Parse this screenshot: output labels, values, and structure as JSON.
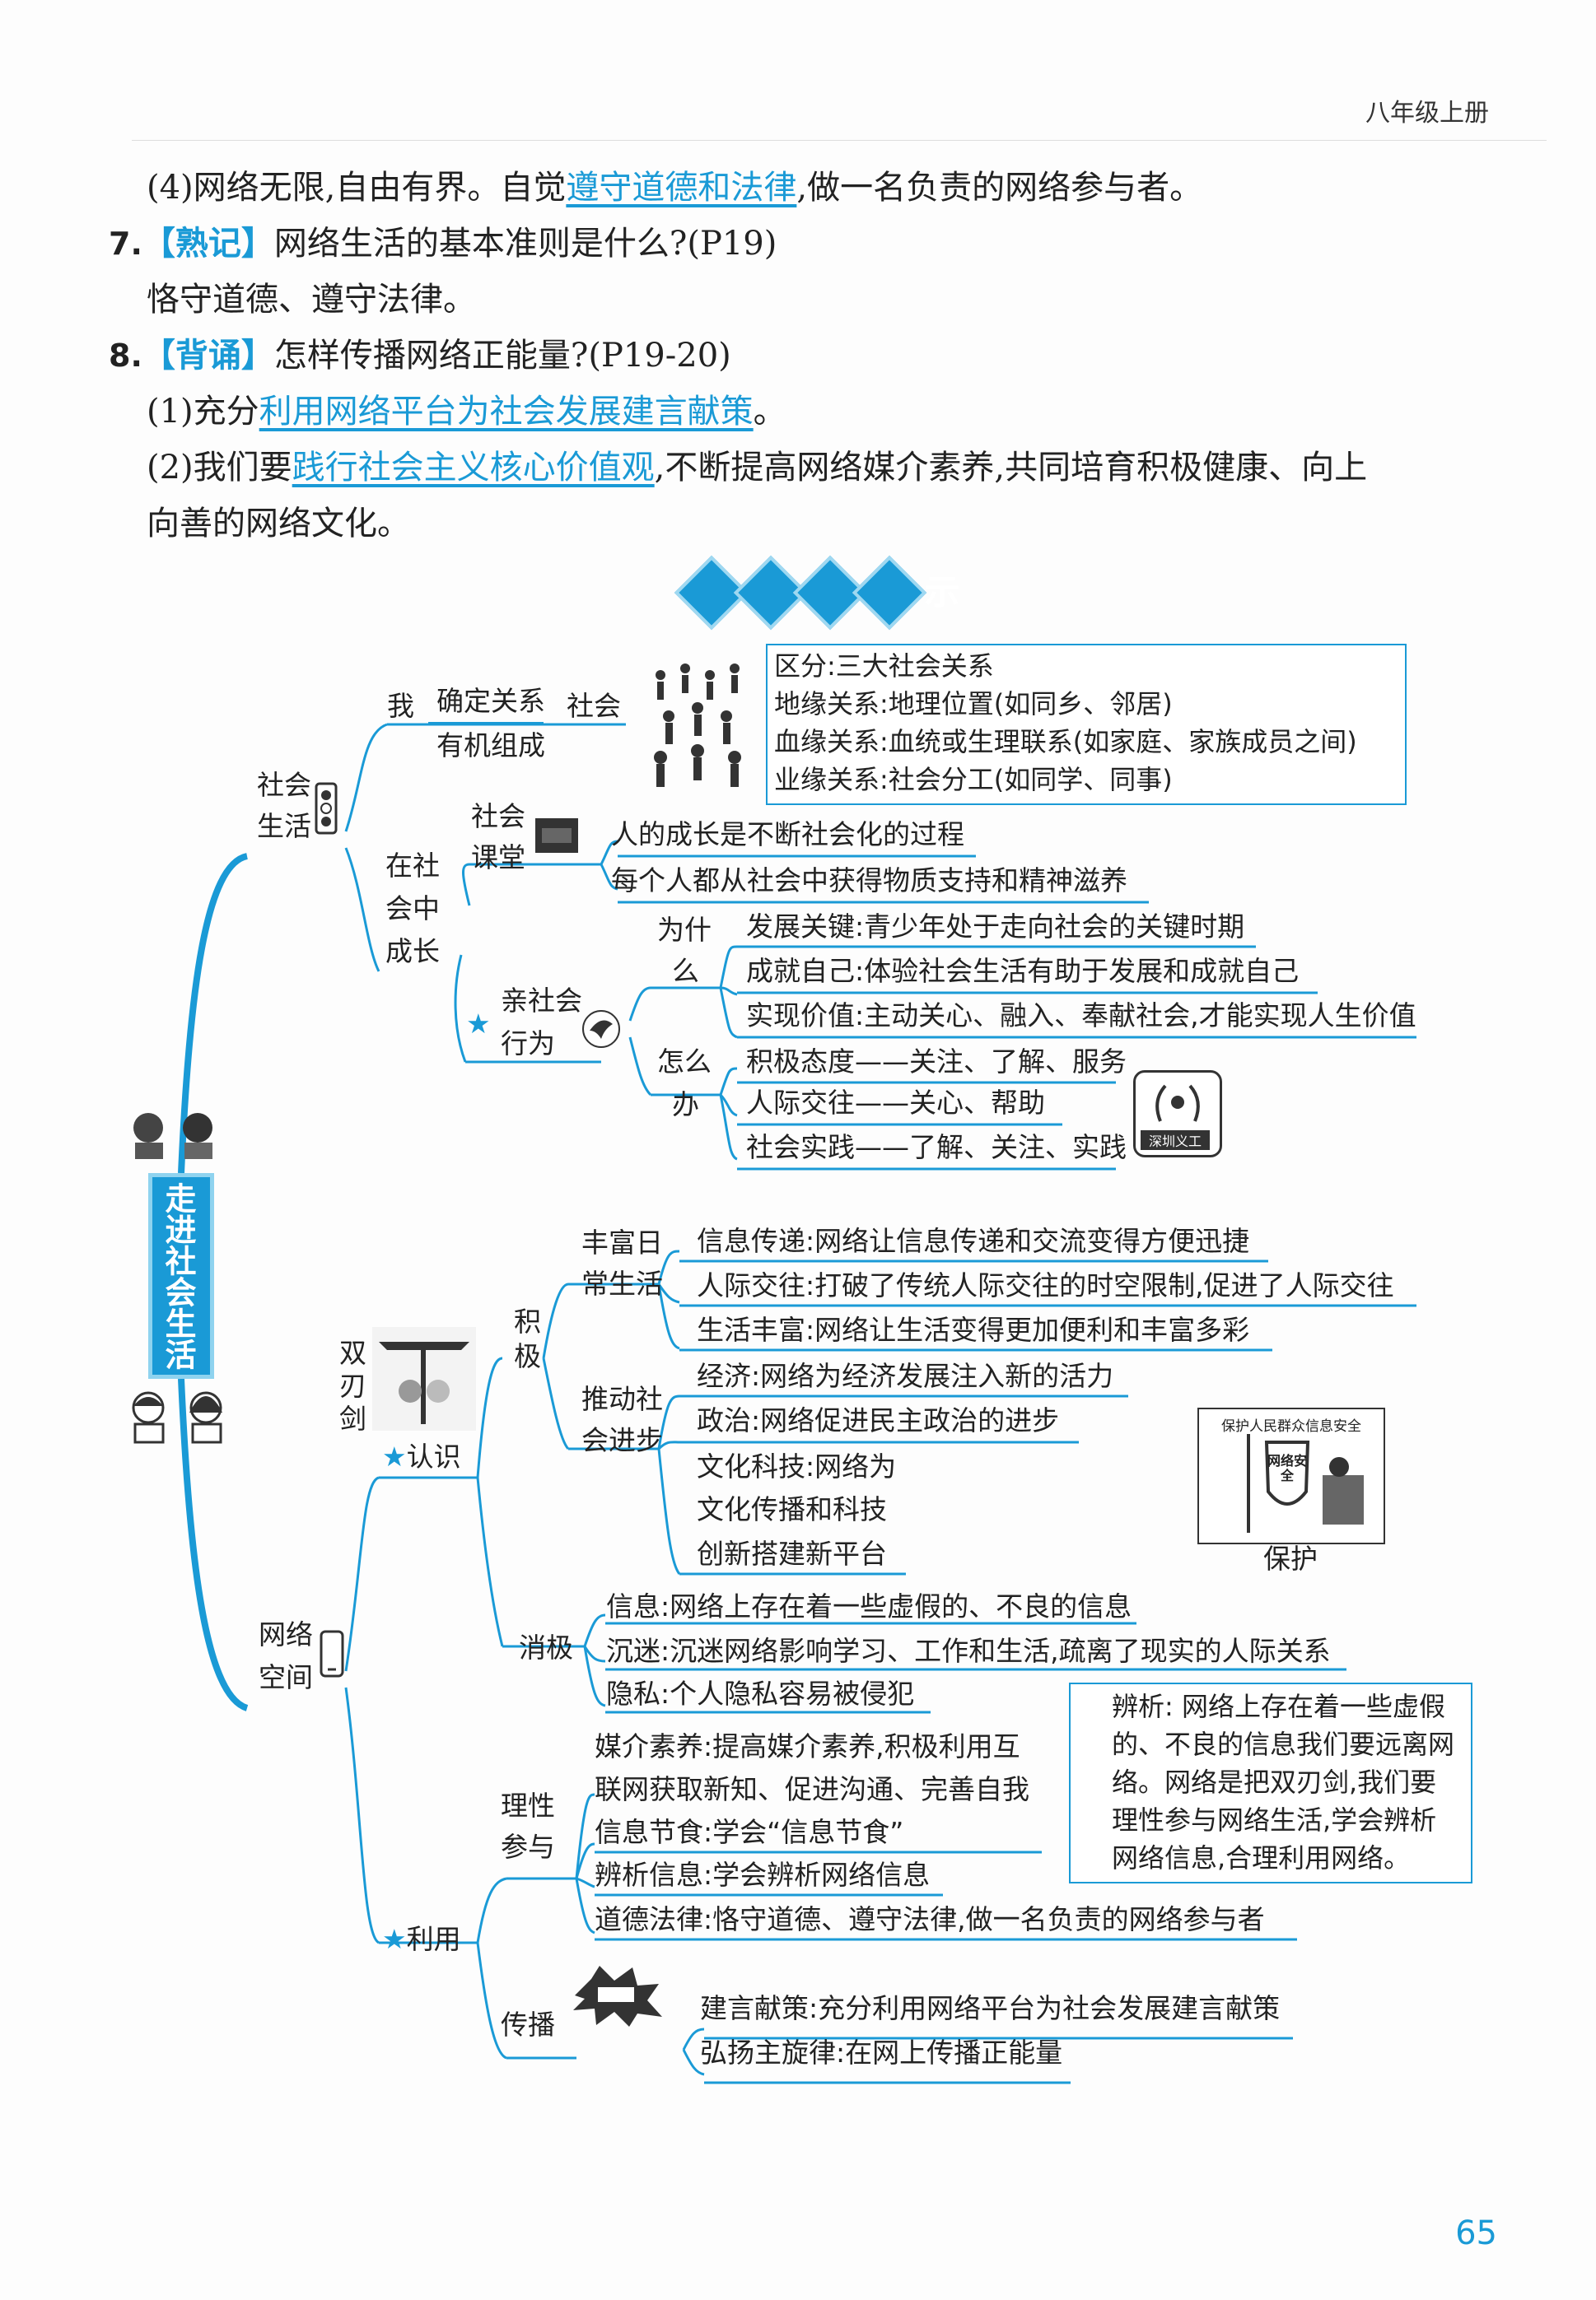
{
  "header": {
    "grade": "八年级上册",
    "page_number": "65"
  },
  "qa": {
    "item4_a": "(4)网络无限,自由有界。自觉",
    "item4_hl": "遵守道德和法律",
    "item4_b": ",做一名负责的网络参与者。",
    "q7_num": "7.",
    "q7_tag": "【熟记】",
    "q7_text": "网络生活的基本准则是什么?(P19)",
    "q7_answer": "恪守道德、遵守法律。",
    "q8_num": "8.",
    "q8_tag": "【背诵】",
    "q8_text": "怎样传播网络正能量?(P19-20)",
    "q8_a1_a": "(1)充分",
    "q8_a1_hl": "利用网络平台为社会发展建言献策",
    "q8_a1_b": "。",
    "q8_a2_a": "(2)我们要",
    "q8_a2_hl": "践行社会主义核心价值观",
    "q8_a2_b": ",不断提高网络媒介素养,共同培育积极健康、向上",
    "q8_a2_c": "向善的网络文化。"
  },
  "section_title": [
    "思",
    "维",
    "图",
    "示"
  ],
  "mindmap": {
    "root": "走进社会生活",
    "social_life": {
      "label_1": "社会",
      "label_2": "生活",
      "me": "我",
      "relation": "确定关系",
      "organic": "有机组成",
      "society": "社会",
      "box": [
        "区分:三大社会关系",
        "地缘关系:地理位置(如同乡、邻居)",
        "血缘关系:血统或生理联系(如家庭、家族成员之间)",
        "业缘关系:社会分工(如同学、同事)"
      ],
      "grow_1": "在社",
      "grow_2": "会中",
      "grow_3": "成长",
      "classroom_1": "社会",
      "classroom_2": "课堂",
      "classroom_items": [
        "人的成长是不断社会化的过程",
        "每个人都从社会中获得物质支持和精神滋养"
      ],
      "pro_1": "亲社会",
      "pro_2": "行为",
      "why_1": "为什",
      "why_2": "么",
      "why_items": [
        "发展关键:青少年处于走向社会的关键时期",
        "成就自己:体验社会生活有助于发展和成就自己",
        "实现价值:主动关心、融入、奉献社会,才能实现人生价值"
      ],
      "how_1": "怎么",
      "how_2": "办",
      "how_items": [
        "积极态度——关注、了解、服务",
        "人际交往——关心、帮助",
        "社会实践——了解、关注、实践"
      ],
      "badge": "深圳义工"
    },
    "network": {
      "label_1": "网络",
      "label_2": "空间",
      "sword_1": "双",
      "sword_2": "刃",
      "sword_3": "剑",
      "know": "认识",
      "positive_1": "积",
      "positive_2": "极",
      "daily_1": "丰富日",
      "daily_2": "常生活",
      "daily_items": [
        "信息传递:网络让信息传递和交流变得方便迅捷",
        "人际交往:打破了传统人际交往的时空限制,促进了人际交往",
        "生活丰富:网络让生活变得更加便利和丰富多彩"
      ],
      "push_1": "推动社",
      "push_2": "会进步",
      "push_items": [
        "经济:网络为经济发展注入新的活力",
        "政治:网络促进民主政治的进步"
      ],
      "culture": [
        "文化科技:网络为",
        "文化传播和科技",
        "创新搭建新平台"
      ],
      "protect_caption": "保护",
      "protect_banner": "保护人民群众信息安全",
      "protect_shield": "网络安全",
      "negative": "消极",
      "negative_items": [
        "信息:网络上存在着一些虚假的、不良的信息",
        "沉迷:沉迷网络影响学习、工作和生活,疏离了现实的人际关系",
        "隐私:个人隐私容易被侵犯"
      ],
      "use": "利用",
      "rational_1": "理性",
      "rational_2": "参与",
      "rational_items": [
        "媒介素养:提高媒介素养,积极利用互",
        "联网获取新知、促进沟通、完善自我",
        "信息节食:学会“信息节食”",
        "辨析信息:学会辨析网络信息",
        "道德法律:恪守道德、遵守法律,做一名负责的网络参与者"
      ],
      "analysis": [
        "辨析: 网络上存在着一些虚假",
        "的、不良的信息我们要远离网",
        "络。网络是把双刃剑,我们要",
        "理性参与网络生活,学会辨析",
        "网络信息,合理利用网络。"
      ],
      "spread": "传播",
      "spread_items": [
        "建言献策:充分利用网络平台为社会发展建言献策",
        "弘扬主旋律:在网上传播正能量"
      ],
      "star": "★"
    }
  },
  "colors": {
    "accent": "#1a9ad6",
    "accent_light": "#8fd3ef"
  }
}
